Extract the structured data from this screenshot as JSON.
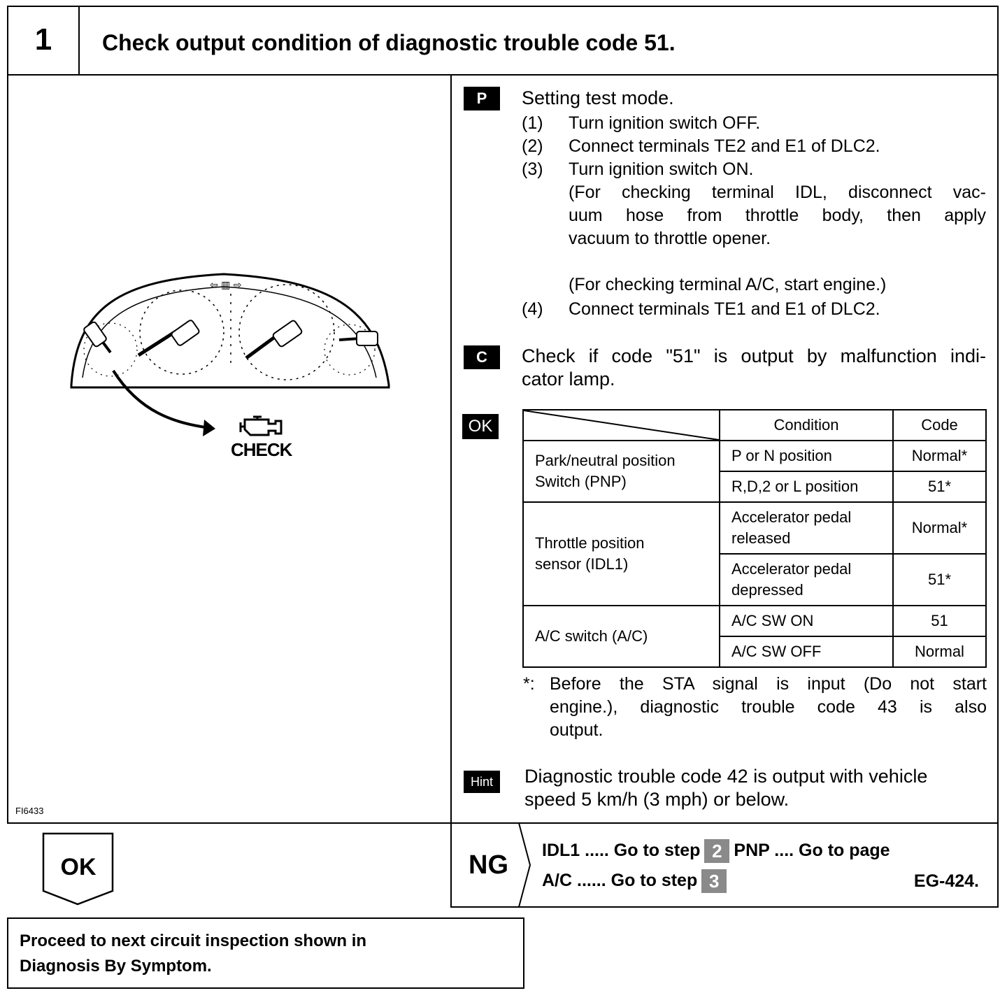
{
  "header": {
    "step_number": "1",
    "title": "Check output condition of diagnostic trouble code 51."
  },
  "figure": {
    "check_label": "CHECK",
    "figure_id": "FI6433"
  },
  "procedure": {
    "p_tag": "P",
    "p_title": "Setting test mode.",
    "steps": [
      {
        "num": "(1)",
        "text": "Turn ignition switch OFF."
      },
      {
        "num": "(2)",
        "text": "Connect terminals TE2 and E1 of DLC2."
      },
      {
        "num": "(3)",
        "text": "Turn ignition switch ON."
      }
    ],
    "note_idl_lines": [
      "(For checking terminal IDL, disconnect vac-",
      "uum hose from throttle body, then apply",
      "vacuum to throttle opener."
    ],
    "note_ac": "(For checking terminal A/C, start engine.)",
    "step4": {
      "num": "(4)",
      "text": "Connect terminals TE1 and E1 of DLC2."
    },
    "c_tag": "C",
    "c_lines": [
      "Check if code \"51\" is output by malfunction indi-",
      "cator lamp."
    ],
    "ok_tag": "OK"
  },
  "table": {
    "header_condition": "Condition",
    "header_code": "Code",
    "groups": [
      {
        "label": "Park/neutral position\nSwitch (PNP)",
        "rows": [
          {
            "condition": "P or N position",
            "code": "Normal*"
          },
          {
            "condition": "R,D,2 or L position",
            "code": "51*"
          }
        ]
      },
      {
        "label": "Throttle position\nsensor (IDL1)",
        "rows": [
          {
            "condition": "Accelerator pedal\nreleased",
            "code": "Normal*"
          },
          {
            "condition": "Accelerator pedal\ndepressed",
            "code": "51*"
          }
        ]
      },
      {
        "label": "A/C switch (A/C)",
        "rows": [
          {
            "condition": "A/C SW ON",
            "code": "51"
          },
          {
            "condition": "A/C SW OFF",
            "code": "Normal"
          }
        ]
      }
    ]
  },
  "footnote": {
    "mark": "*:",
    "lines": [
      "Before the STA signal is input (Do not start",
      "engine.), diagnostic trouble code 43 is also",
      "output."
    ]
  },
  "hint": {
    "tag": "Hint",
    "lines": [
      "Diagnostic trouble code 42 is output with vehicle",
      "speed 5 km/h (3 mph) or below."
    ]
  },
  "result": {
    "ok_label": "OK",
    "ng_label": "NG",
    "idl1_prefix": "IDL1 ..... Go to step",
    "idl1_step": "2",
    "pnp_text": "PNP .... Go to page",
    "ac_prefix": "A/C ...... Go to step",
    "ac_step": "3",
    "page_ref": "EG-424."
  },
  "next": {
    "lines": [
      "Proceed to next circuit inspection shown in",
      "Diagnosis By Symptom."
    ]
  }
}
